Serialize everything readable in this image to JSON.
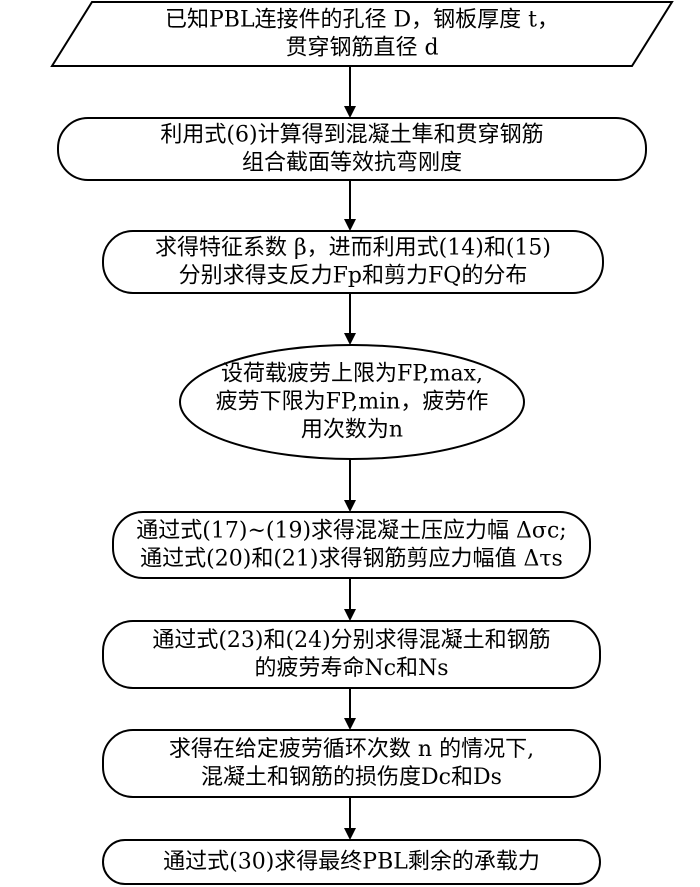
{
  "flowchart": {
    "nodes": [
      {
        "id": "input",
        "shape": "parallelogram",
        "lines": [
          "已知PBL连接件的孔径 D，钢板厚度 t，",
          "贯穿钢筋直径 d"
        ]
      },
      {
        "id": "stiffness",
        "shape": "rounded",
        "lines": [
          "利用式(6)计算得到混凝土隼和贯穿钢筋",
          "组合截面等效抗弯刚度"
        ]
      },
      {
        "id": "coefficient",
        "shape": "rounded",
        "lines": [
          "求得特征系数 β，进而利用式(14)和(15)",
          "分别求得支反力Fp和剪力FQ的分布"
        ]
      },
      {
        "id": "load",
        "shape": "ellipse",
        "lines": [
          "设荷载疲劳上限为FP,max,",
          "疲劳下限为FP,min，疲劳作",
          "用次数为n"
        ]
      },
      {
        "id": "stress",
        "shape": "rounded",
        "lines": [
          "通过式(17)~(19)求得混凝土压应力幅 Δσc;",
          "通过式(20)和(21)求得钢筋剪应力幅值 Δτs"
        ]
      },
      {
        "id": "life",
        "shape": "rounded",
        "lines": [
          "通过式(23)和(24)分别求得混凝土和钢筋",
          "的疲劳寿命Nc和Ns"
        ]
      },
      {
        "id": "damage",
        "shape": "rounded",
        "lines": [
          "求得在给定疲劳循环次数 n 的情况下,",
          "混凝土和钢筋的损伤度Dc和Ds"
        ]
      },
      {
        "id": "capacity",
        "shape": "rounded",
        "lines": [
          "通过式(30)求得最终PBL剩余的承载力"
        ]
      }
    ],
    "edges": [
      {
        "from": "input",
        "to": "stiffness"
      },
      {
        "from": "stiffness",
        "to": "coefficient"
      },
      {
        "from": "coefficient",
        "to": "load"
      },
      {
        "from": "load",
        "to": "stress"
      },
      {
        "from": "stress",
        "to": "life"
      },
      {
        "from": "life",
        "to": "damage"
      },
      {
        "from": "damage",
        "to": "capacity"
      }
    ]
  }
}
